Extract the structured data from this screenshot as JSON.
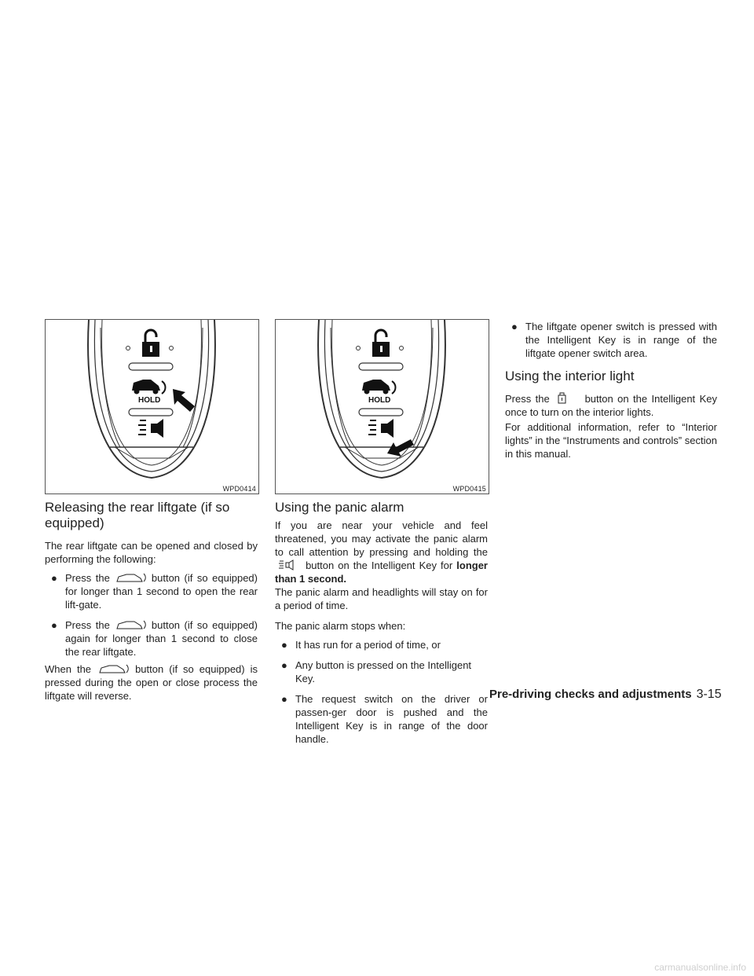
{
  "figures": {
    "fig1_code": "WPD0414",
    "fig2_code": "WPD0415",
    "hold_label": "HOLD"
  },
  "sec1": {
    "title": "Releasing the rear liftgate (if so equipped)",
    "intro": "The rear liftgate can be opened and closed by performing the following:",
    "b1_pre": "Press the",
    "b1_post": "button (if so equipped) for longer than 1 second to open the rear lift-gate.",
    "b2_pre": "Press the",
    "b2_post": "button (if so equipped) again for longer than 1 second to close the rear liftgate.",
    "p_pre": "When the",
    "p_post": "button (if so equipped) is pressed during the open or close process the liftgate will reverse."
  },
  "sec2": {
    "title": "Using the panic alarm",
    "p1_pre": "If you are near your vehicle and feel threatened, you may activate the panic alarm to call attention by pressing and holding the",
    "p1_mid": "button on the Intelligent Key for",
    "p1_bold": "longer than 1 second.",
    "p2": "The panic alarm and headlights will stay on for a period of time.",
    "p3": "The panic alarm stops when:",
    "b1": "It has run for a period of time, or",
    "b2": "Any button is pressed on the Intelligent Key.",
    "b3": "The request switch on the driver or passen-ger door is pushed and the Intelligent Key is in range of the door handle."
  },
  "sec3": {
    "b1": "The liftgate opener switch is pressed with the Intelligent Key is in range of the liftgate opener switch area.",
    "title": "Using the interior light",
    "p1_pre": "Press the",
    "p1_post": "button on the Intelligent Key once to turn on the interior lights.",
    "p2": "For additional information, refer to “Interior lights” in the “Instruments and controls” section in this manual."
  },
  "bullet": "●",
  "footer": {
    "section": "Pre-driving checks and adjustments",
    "page": "3-15"
  },
  "watermark": "carmanualsonline.info",
  "icons": [
    "liftgate-icon",
    "panic-icon",
    "interior-light-icon",
    "arrow-icon"
  ]
}
